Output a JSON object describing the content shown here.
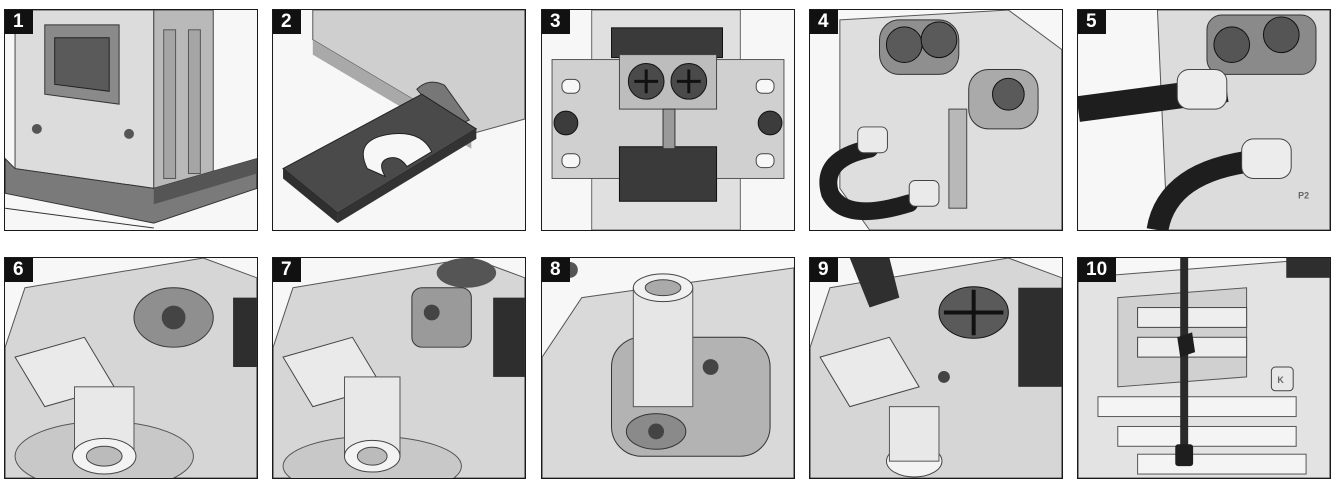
{
  "steps": [
    {
      "number": "1"
    },
    {
      "number": "2"
    },
    {
      "number": "3"
    },
    {
      "number": "4"
    },
    {
      "number": "5"
    },
    {
      "number": "6"
    },
    {
      "number": "7"
    },
    {
      "number": "8"
    },
    {
      "number": "9"
    },
    {
      "number": "10"
    }
  ],
  "embossed": {
    "p5_label": "P2",
    "p10_label": "K"
  },
  "colors": {
    "panel_border": "#1a1a1a",
    "badge_bg": "#111111",
    "badge_text": "#ffffff",
    "metal_light": "#e6e6e6",
    "metal_mid": "#bdbdbd",
    "dark_part": "#2e2e2e"
  }
}
